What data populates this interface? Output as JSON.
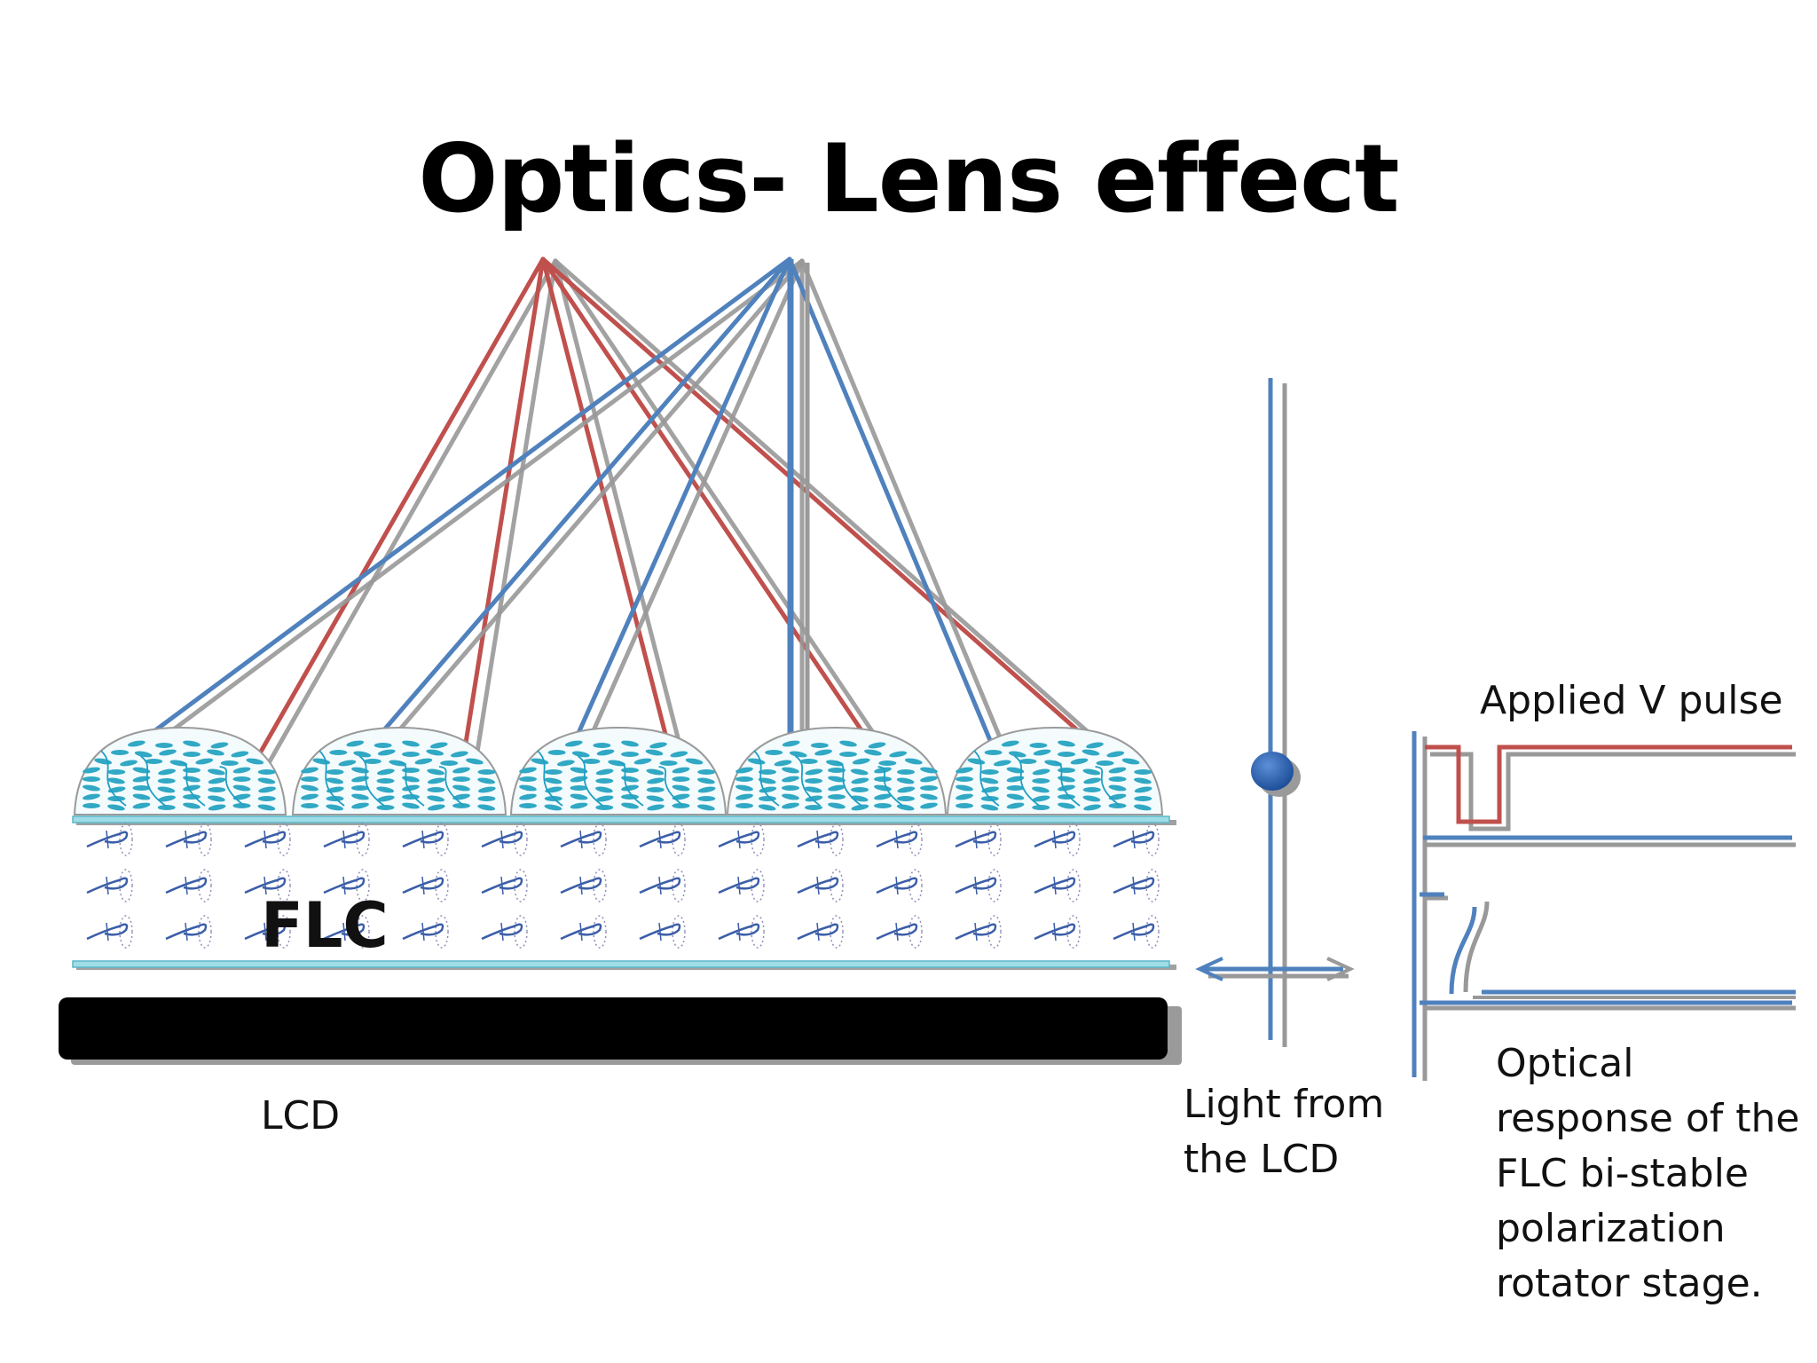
{
  "title": "Optics- Lens effect",
  "labels": {
    "flc": "FLC",
    "lcd": "LCD",
    "light_from_lcd": [
      "Light from",
      "the LCD"
    ],
    "applied_pulse": "Applied V pulse",
    "optical_response": [
      "Optical",
      "response of the",
      "FLC bi-stable",
      "polarization",
      "rotator stage."
    ]
  },
  "colors": {
    "red_ray": "#c0504d",
    "blue_ray": "#4f81bd",
    "gray_ray": "#999999",
    "lc_molecule": "#31a8c4",
    "lcd_bar": "#000000"
  }
}
